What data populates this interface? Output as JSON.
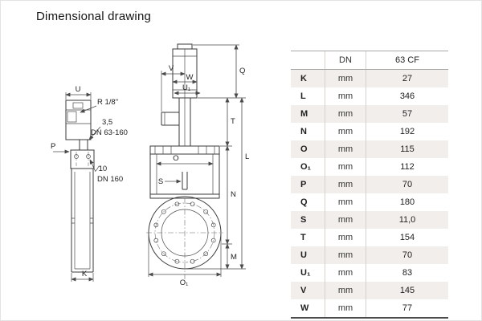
{
  "title": "Dimensional drawing",
  "drawing": {
    "side_view": {
      "u": "U",
      "r_label": "R 1/8\"",
      "thickness": "3,5",
      "dn_range": "DN 63-160",
      "p": "P",
      "hole_dia": "∕10",
      "dn160": "DN 160",
      "k": "K"
    },
    "front_view": {
      "v": "V",
      "w": "W",
      "q": "Q",
      "u1": "U₁",
      "t": "T",
      "l": "L",
      "o": "O",
      "s": "S",
      "n": "N",
      "m": "M",
      "o1": "O₁"
    }
  },
  "table": {
    "headers": {
      "dn": "DN",
      "size": "63 CF"
    },
    "rows": [
      {
        "label": "K",
        "unit": "mm",
        "value": "27"
      },
      {
        "label": "L",
        "unit": "mm",
        "value": "346"
      },
      {
        "label": "M",
        "unit": "mm",
        "value": "57"
      },
      {
        "label": "N",
        "unit": "mm",
        "value": "192"
      },
      {
        "label": "O",
        "unit": "mm",
        "value": "115"
      },
      {
        "label": "O₁",
        "unit": "mm",
        "value": "112"
      },
      {
        "label": "P",
        "unit": "mm",
        "value": "70"
      },
      {
        "label": "Q",
        "unit": "mm",
        "value": "180"
      },
      {
        "label": "S",
        "unit": "mm",
        "value": "11,0"
      },
      {
        "label": "T",
        "unit": "mm",
        "value": "154"
      },
      {
        "label": "U",
        "unit": "mm",
        "value": "70"
      },
      {
        "label": "U₁",
        "unit": "mm",
        "value": "83"
      },
      {
        "label": "V",
        "unit": "mm",
        "value": "145"
      },
      {
        "label": "W",
        "unit": "mm",
        "value": "77"
      }
    ]
  }
}
